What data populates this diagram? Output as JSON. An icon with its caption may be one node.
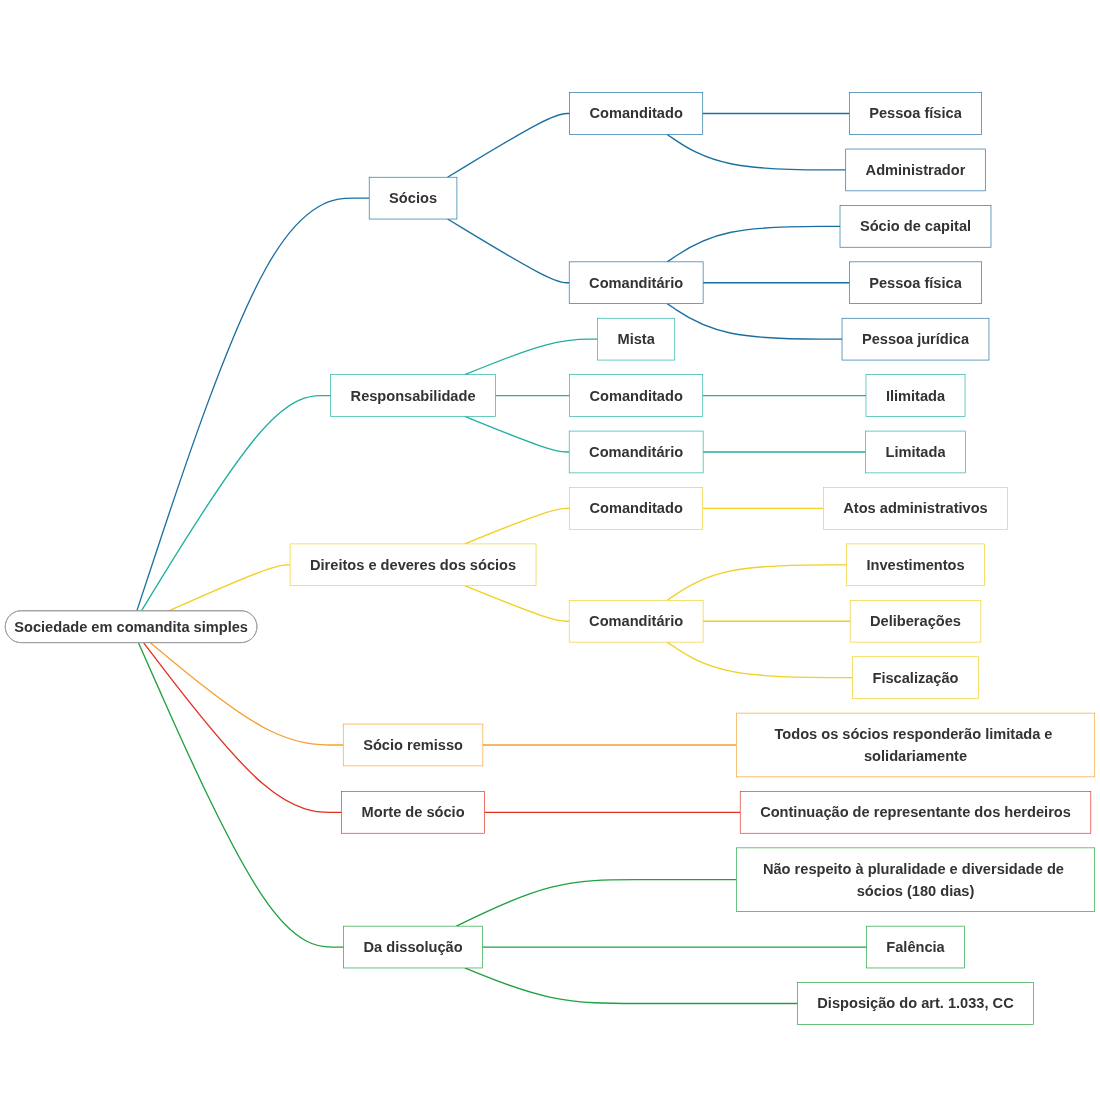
{
  "diagram": {
    "nodes": [
      {
        "text": [
          "Sociedade em comandita simples"
        ]
      },
      {
        "text": [
          "Sócios"
        ]
      },
      {
        "text": [
          "Comanditado"
        ]
      },
      {
        "text": [
          "Pessoa física"
        ]
      },
      {
        "text": [
          "Administrador"
        ]
      },
      {
        "text": [
          "Comanditário"
        ]
      },
      {
        "text": [
          "Sócio de capital"
        ]
      },
      {
        "text": [
          "Pessoa física"
        ]
      },
      {
        "text": [
          "Pessoa jurídica"
        ]
      },
      {
        "text": [
          "Responsabilidade"
        ]
      },
      {
        "text": [
          "Mista"
        ]
      },
      {
        "text": [
          "Comanditado"
        ]
      },
      {
        "text": [
          "Ilimitada"
        ]
      },
      {
        "text": [
          "Comanditário"
        ]
      },
      {
        "text": [
          "Limitada"
        ]
      },
      {
        "text": [
          "Direitos e deveres dos sócios"
        ]
      },
      {
        "text": [
          "Comanditado"
        ]
      },
      {
        "text": [
          "Atos administrativos"
        ]
      },
      {
        "text": [
          "Comanditário"
        ]
      },
      {
        "text": [
          "Investimentos"
        ]
      },
      {
        "text": [
          "Deliberações"
        ]
      },
      {
        "text": [
          "Fiscalização"
        ]
      },
      {
        "text": [
          "Sócio remisso"
        ]
      },
      {
        "text": [
          "Todos os sócios responderão limitada e solidariamente"
        ]
      },
      {
        "text": [
          "Morte de sócio"
        ]
      },
      {
        "text": [
          "Continuação de representante dos herdeiros"
        ]
      },
      {
        "text": [
          "Da dissolução"
        ]
      },
      {
        "text": [
          "Não respeito à pluralidade e diversidade de sócios (180 dias)"
        ]
      },
      {
        "text": [
          "Falência"
        ]
      },
      {
        "text": [
          "Disposição do art. 1.033, CC"
        ]
      }
    ],
    "edges": [
      {
        "from": 0,
        "to": 1,
        "arrow": "none",
        "color": "#1a6fa0"
      },
      {
        "from": 1,
        "to": 2,
        "arrow": "none",
        "color": "#1a6fa0"
      },
      {
        "from": 2,
        "to": 3,
        "arrow": "none",
        "color": "#1a6fa0"
      },
      {
        "from": 2,
        "to": 4,
        "arrow": "none",
        "color": "#1a6fa0"
      },
      {
        "from": 1,
        "to": 5,
        "arrow": "none",
        "color": "#1a6fa0"
      },
      {
        "from": 5,
        "to": 6,
        "arrow": "none",
        "color": "#1a6fa0"
      },
      {
        "from": 5,
        "to": 7,
        "arrow": "none",
        "color": "#1a6fa0"
      },
      {
        "from": 5,
        "to": 8,
        "arrow": "none",
        "color": "#1a6fa0"
      },
      {
        "from": 0,
        "to": 9,
        "arrow": "none",
        "color": "#20b0a0"
      },
      {
        "from": 9,
        "to": 10,
        "arrow": "none",
        "color": "#20b0a0"
      },
      {
        "from": 9,
        "to": 11,
        "arrow": "none",
        "color": "#20b0a0"
      },
      {
        "from": 11,
        "to": 12,
        "arrow": "none",
        "color": "#20b0a0"
      },
      {
        "from": 9,
        "to": 13,
        "arrow": "none",
        "color": "#20b0a0"
      },
      {
        "from": 13,
        "to": 14,
        "arrow": "none",
        "color": "#20b0a0"
      },
      {
        "from": 0,
        "to": 15,
        "arrow": "none",
        "color": "#f0d020"
      },
      {
        "from": 15,
        "to": 16,
        "arrow": "none",
        "color": "#f0d020"
      },
      {
        "from": 16,
        "to": 17,
        "arrow": "none",
        "color": "#f0d020"
      },
      {
        "from": 15,
        "to": 18,
        "arrow": "none",
        "color": "#f0d020"
      },
      {
        "from": 18,
        "to": 19,
        "arrow": "none",
        "color": "#f0d020"
      },
      {
        "from": 18,
        "to": 20,
        "arrow": "none",
        "color": "#f0d020"
      },
      {
        "from": 18,
        "to": 21,
        "arrow": "none",
        "color": "#f0d020"
      },
      {
        "from": 0,
        "to": 22,
        "arrow": "none",
        "color": "#f5a030"
      },
      {
        "from": 22,
        "to": 23,
        "arrow": "none",
        "color": "#f5a030"
      },
      {
        "from": 0,
        "to": 24,
        "arrow": "none",
        "color": "#e03020"
      },
      {
        "from": 24,
        "to": 25,
        "arrow": "none",
        "color": "#e03020"
      },
      {
        "from": 0,
        "to": 26,
        "arrow": "none",
        "color": "#20a040"
      },
      {
        "from": 26,
        "to": 27,
        "arrow": "none",
        "color": "#20a040"
      },
      {
        "from": 26,
        "to": 28,
        "arrow": "none",
        "color": "#20a040"
      },
      {
        "from": 26,
        "to": 29,
        "arrow": "none",
        "color": "#20a040"
      }
    ]
  }
}
